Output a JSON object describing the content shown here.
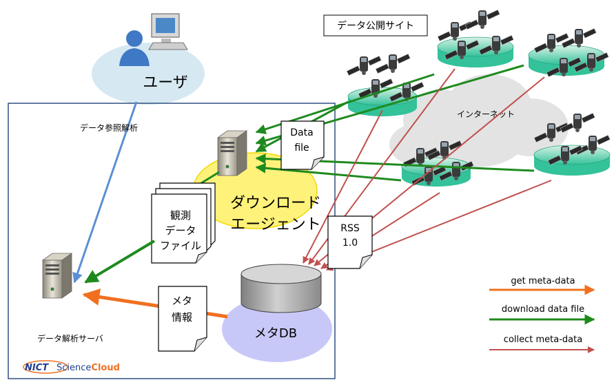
{
  "labels": {
    "user": "ユーザ",
    "data_ref_analysis": "データ参照解析",
    "download_agent_line1": "ダウンロード",
    "download_agent_line2": "エージェント",
    "obs_file_line1": "観測",
    "obs_file_line2": "データ",
    "obs_file_line3": "ファイル",
    "data_file_line1": "Data",
    "data_file_line2": "file",
    "rss_line1": "RSS",
    "rss_line2": "1.0",
    "meta_info_line1": "メタ",
    "meta_info_line2": "情報",
    "meta_db": "メタDB",
    "analysis_server": "データ解析サーバ",
    "internet": "インターネット",
    "data_site": "データ公開サイト"
  },
  "legend": {
    "items": [
      {
        "label": "get meta-data",
        "color": "#f07020"
      },
      {
        "label": "download data file",
        "color": "#1e8a1e"
      },
      {
        "label": "collect meta-data",
        "color": "#c0504d"
      }
    ]
  },
  "logo": {
    "nict": "NICT",
    "science": "Science",
    "cloud": "Cloud"
  },
  "colors": {
    "get_meta": "#f07020",
    "download": "#1e8a1e",
    "collect": "#c0504d",
    "access": "#5b8fd4",
    "frame": "#2e4f80"
  }
}
